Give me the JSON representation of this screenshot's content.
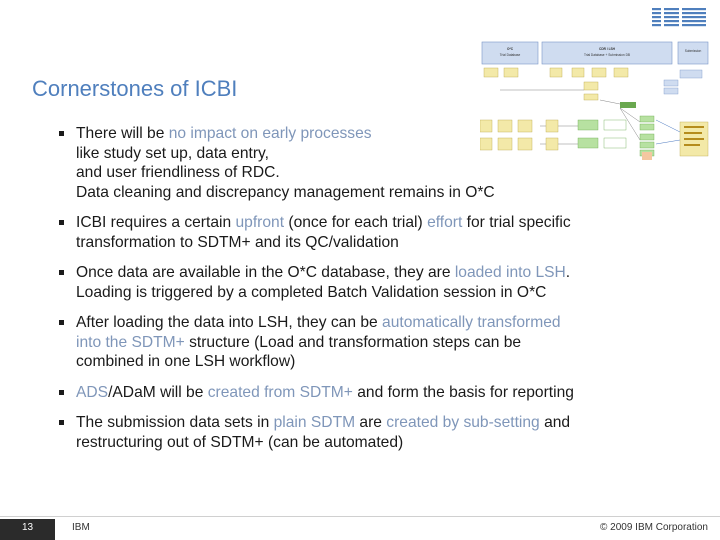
{
  "header": {
    "logo": "IBM"
  },
  "slide": {
    "title": "Cornerstones of ICBI"
  },
  "bullets": [
    {
      "lines": [
        [
          {
            "t": "There will be ",
            "hl": false
          },
          {
            "t": "no impact on early processes",
            "hl": true
          }
        ],
        [
          {
            "t": "like study set up, data entry,",
            "hl": false
          }
        ],
        [
          {
            "t": "and user friendliness of RDC.",
            "hl": false
          }
        ],
        [
          {
            "t": "Data cleaning and discrepancy management remains in O*C",
            "hl": false
          }
        ]
      ]
    },
    {
      "lines": [
        [
          {
            "t": "ICBI requires a certain ",
            "hl": false
          },
          {
            "t": "upfront",
            "hl": true
          },
          {
            "t": " (once for each trial) ",
            "hl": false
          },
          {
            "t": "effort",
            "hl": true
          },
          {
            "t": " for trial specific",
            "hl": false
          }
        ],
        [
          {
            "t": "transformation to SDTM+ and its QC/validation",
            "hl": false
          }
        ]
      ]
    },
    {
      "lines": [
        [
          {
            "t": "Once data are available in the O*C database, they are ",
            "hl": false
          },
          {
            "t": "loaded into LSH",
            "hl": true
          },
          {
            "t": ".",
            "hl": false
          }
        ],
        [
          {
            "t": "Loading is triggered by a completed Batch Validation session in O*C",
            "hl": false
          }
        ]
      ]
    },
    {
      "lines": [
        [
          {
            "t": "After loading the data into LSH, they can be ",
            "hl": false
          },
          {
            "t": "automatically transformed",
            "hl": true
          }
        ],
        [
          {
            "t": "into the SDTM+",
            "hl": true
          },
          {
            "t": " structure (Load and transformation steps can be",
            "hl": false
          }
        ],
        [
          {
            "t": "combined in one LSH workflow)",
            "hl": false
          }
        ]
      ]
    },
    {
      "lines": [
        [
          {
            "t": "ADS",
            "hl": true
          },
          {
            "t": "/ADaM will be ",
            "hl": false
          },
          {
            "t": "created from SDTM+",
            "hl": true
          },
          {
            "t": " and form the basis for reporting",
            "hl": false
          }
        ]
      ]
    },
    {
      "lines": [
        [
          {
            "t": "The submission data sets in ",
            "hl": false
          },
          {
            "t": "plain SDTM",
            "hl": true
          },
          {
            "t": " are ",
            "hl": false
          },
          {
            "t": "created by sub-setting",
            "hl": true
          },
          {
            "t": " and",
            "hl": false
          }
        ],
        [
          {
            "t": "restructuring out of SDTM+ (can be automated)",
            "hl": false
          }
        ]
      ]
    }
  ],
  "diagram": {
    "oc_header": "O*C",
    "oc_sub": "Trial Database",
    "lsh_header": "CDR / LSH",
    "lsh_sub": "Trial Database + Submission DB",
    "right_header": "Submission"
  },
  "footer": {
    "page_number": "13",
    "company": "IBM",
    "copyright": "© 2009 IBM Corporation"
  },
  "colors": {
    "title": "#4f7fbd",
    "highlight": "#7f96b9",
    "text": "#1a1a1a"
  }
}
